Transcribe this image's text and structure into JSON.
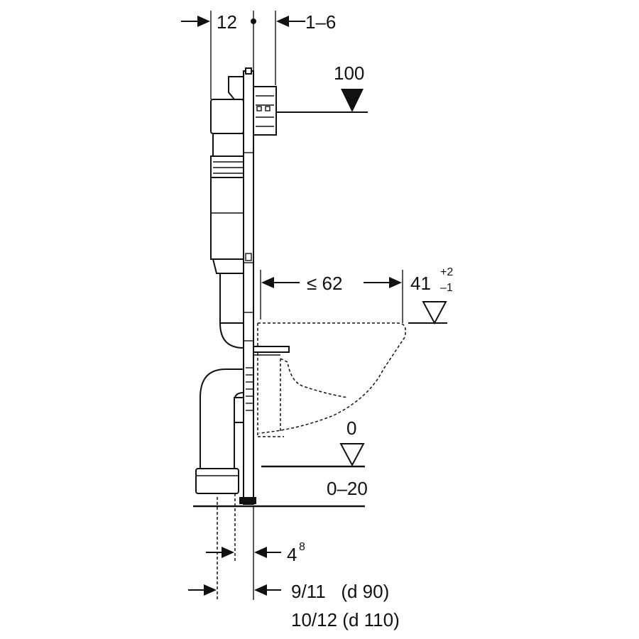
{
  "dimensions": {
    "top_left": "12",
    "top_right": "1–6",
    "level_100": "100",
    "seat_distance": "≤ 62",
    "seat_height_main": "41",
    "seat_height_plus": "+2",
    "seat_height_minus": "–1",
    "level_0": "0",
    "floor_range": "0–20",
    "bottom_upper_main": "4",
    "bottom_upper_sup": "8",
    "bottom_lower_line1": "9/11   (d 90)",
    "bottom_lower_line2": "10/12 (d 110)"
  }
}
